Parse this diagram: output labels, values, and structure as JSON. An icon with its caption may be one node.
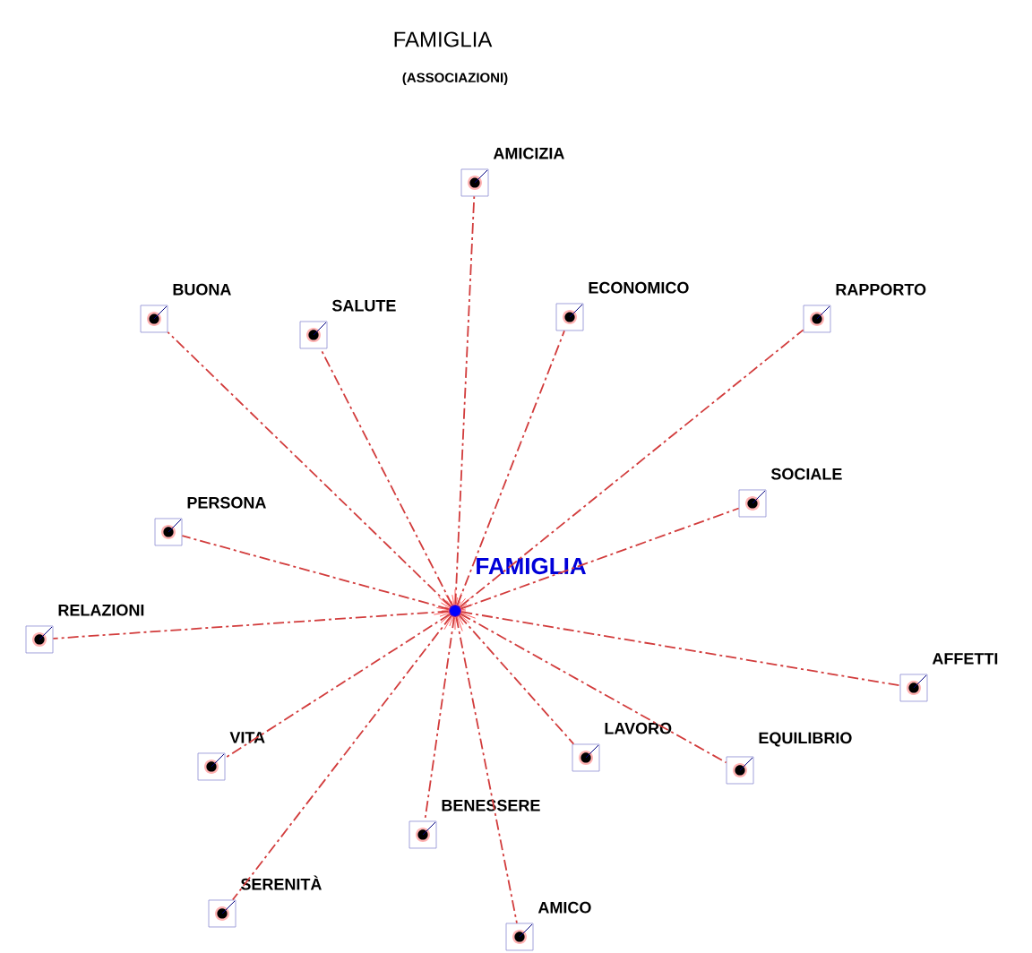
{
  "diagram": {
    "title": "FAMIGLIA",
    "caption": "(ASSOCIAZIONI)",
    "nodes": [
      {
        "text": [
          "FAMIGLIA"
        ]
      },
      {
        "text": [
          "AMICIZIA"
        ]
      },
      {
        "text": [
          "BUONA"
        ]
      },
      {
        "text": [
          "SALUTE"
        ]
      },
      {
        "text": [
          "ECONOMICO"
        ]
      },
      {
        "text": [
          "RAPPORTO"
        ]
      },
      {
        "text": [
          "SOCIALE"
        ]
      },
      {
        "text": [
          "PERSONA"
        ]
      },
      {
        "text": [
          "RELAZIONI"
        ]
      },
      {
        "text": [
          "AFFETTI"
        ]
      },
      {
        "text": [
          "VITA"
        ]
      },
      {
        "text": [
          "LAVORO"
        ]
      },
      {
        "text": [
          "EQUILIBRIO"
        ]
      },
      {
        "text": [
          "BENESSERE"
        ]
      },
      {
        "text": [
          "SERENITÀ"
        ]
      },
      {
        "text": [
          "AMICO"
        ]
      }
    ],
    "edges": [
      {
        "from": 0,
        "to": 1,
        "arrow": "none",
        "style": "dashed"
      },
      {
        "from": 0,
        "to": 2,
        "arrow": "none",
        "style": "dashed"
      },
      {
        "from": 0,
        "to": 3,
        "arrow": "none",
        "style": "dashed"
      },
      {
        "from": 0,
        "to": 4,
        "arrow": "none",
        "style": "dashed"
      },
      {
        "from": 0,
        "to": 5,
        "arrow": "none",
        "style": "dashed"
      },
      {
        "from": 0,
        "to": 6,
        "arrow": "none",
        "style": "dashed"
      },
      {
        "from": 0,
        "to": 7,
        "arrow": "none",
        "style": "dashed"
      },
      {
        "from": 0,
        "to": 8,
        "arrow": "none",
        "style": "dashed"
      },
      {
        "from": 0,
        "to": 9,
        "arrow": "none",
        "style": "dashed"
      },
      {
        "from": 0,
        "to": 10,
        "arrow": "none",
        "style": "dashed"
      },
      {
        "from": 0,
        "to": 11,
        "arrow": "none",
        "style": "dashed"
      },
      {
        "from": 0,
        "to": 12,
        "arrow": "none",
        "style": "dashed"
      },
      {
        "from": 0,
        "to": 13,
        "arrow": "none",
        "style": "dashed"
      },
      {
        "from": 0,
        "to": 14,
        "arrow": "none",
        "style": "dashed"
      },
      {
        "from": 0,
        "to": 15,
        "arrow": "none",
        "style": "dashed"
      }
    ]
  }
}
